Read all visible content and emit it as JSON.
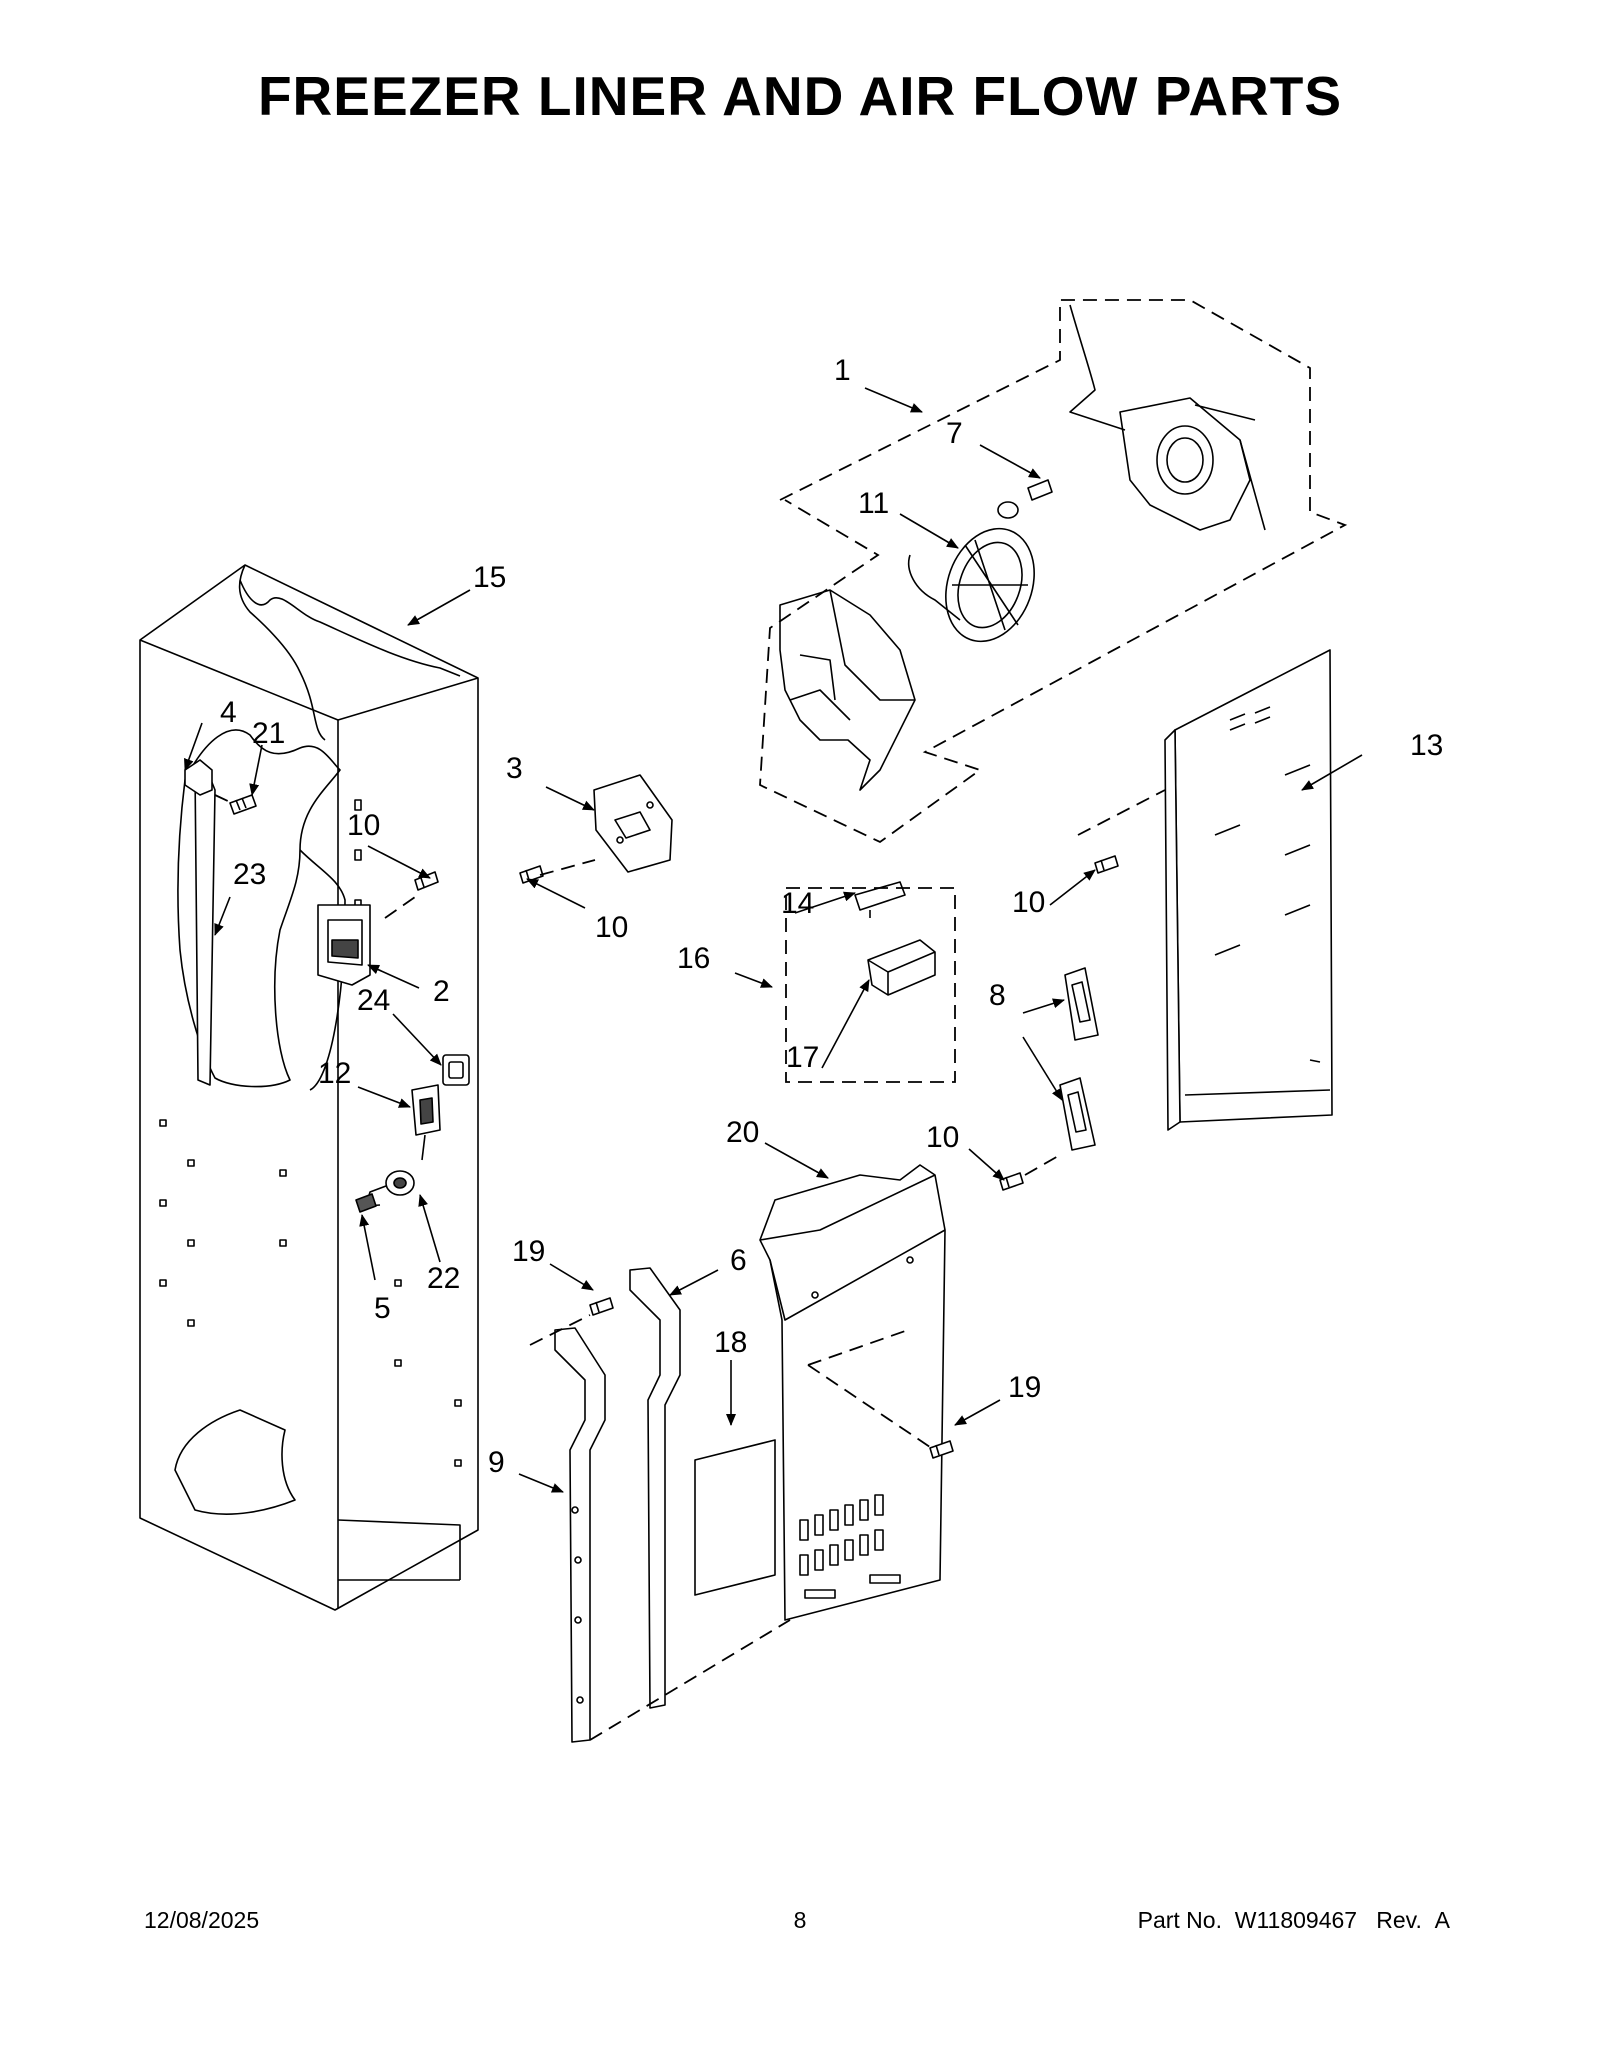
{
  "page": {
    "title": "FREEZER LINER AND AIR FLOW PARTS",
    "footer": {
      "date": "12/08/2025",
      "page_number": "8",
      "part_no_label": "Part No.",
      "part_no": "W11809467",
      "rev_label": "Rev.",
      "rev": "A"
    }
  },
  "callouts": {
    "c1": "1",
    "c2": "2",
    "c3": "3",
    "c4": "4",
    "c5": "5",
    "c6": "6",
    "c7": "7",
    "c8": "8",
    "c9": "9",
    "c10a": "10",
    "c10b": "10",
    "c10c": "10",
    "c10d": "10",
    "c11": "11",
    "c12": "12",
    "c13": "13",
    "c14": "14",
    "c15": "15",
    "c16": "16",
    "c17": "17",
    "c18": "18",
    "c19a": "19",
    "c19b": "19",
    "c20": "20",
    "c21": "21",
    "c22": "22",
    "c23": "23",
    "c24": "24"
  }
}
